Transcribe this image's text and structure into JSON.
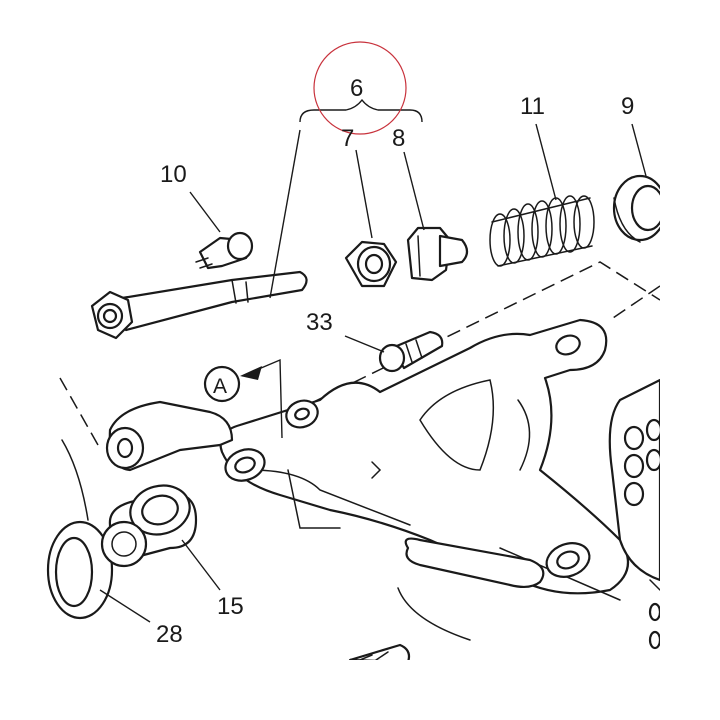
{
  "labels": {
    "p6": "6",
    "p7": "7",
    "p8": "8",
    "p9": "9",
    "p10": "10",
    "p11": "11",
    "p15": "15",
    "p28": "28",
    "p33": "33",
    "view_a": "A"
  },
  "colors": {
    "line": "#1a1a1a",
    "highlight_circle": "#c8323c",
    "background": "#ffffff"
  }
}
